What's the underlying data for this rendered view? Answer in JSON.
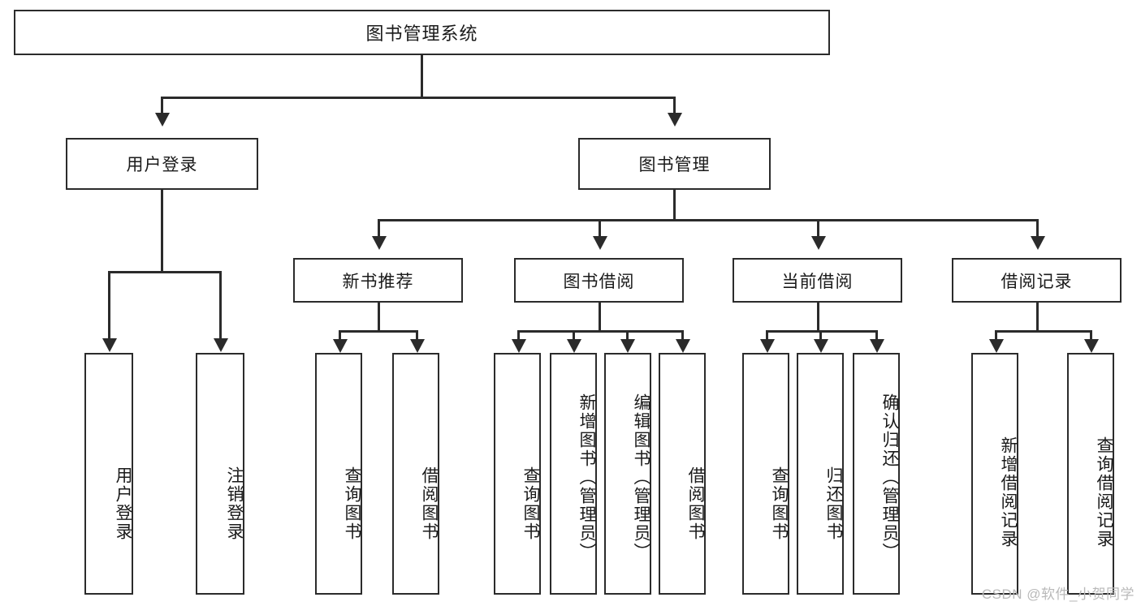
{
  "diagram": {
    "type": "tree",
    "title": "图书管理系统",
    "root": {
      "label": "图书管理系统"
    },
    "level2": [
      {
        "label": "用户登录"
      },
      {
        "label": "图书管理"
      }
    ],
    "level3": [
      {
        "label": "新书推荐"
      },
      {
        "label": "图书借阅"
      },
      {
        "label": "当前借阅"
      },
      {
        "label": "借阅记录"
      }
    ],
    "leaves": {
      "user_login": [
        {
          "label": "用户登录"
        },
        {
          "label": "注销登录"
        }
      ],
      "new_book": [
        {
          "label": "查询图书"
        },
        {
          "label": "借阅图书"
        }
      ],
      "borrow_book": [
        {
          "label": "查询图书"
        },
        {
          "label": "新增图书（管理员）"
        },
        {
          "label": "编辑图书（管理员）"
        },
        {
          "label": "借阅图书"
        }
      ],
      "current_borrow": [
        {
          "label": "查询图书"
        },
        {
          "label": "归还图书"
        },
        {
          "label": "确认归还（管理员）"
        }
      ],
      "borrow_record": [
        {
          "label": "新增借阅记录"
        },
        {
          "label": "查询借阅记录"
        }
      ]
    }
  },
  "watermark": {
    "text": "CSDN @软件_小贺同学"
  },
  "colors": {
    "stroke": "#2b2b2b",
    "fill": "#ffffff",
    "text": "#1a1a1a",
    "watermark": "#b9b9b9"
  }
}
